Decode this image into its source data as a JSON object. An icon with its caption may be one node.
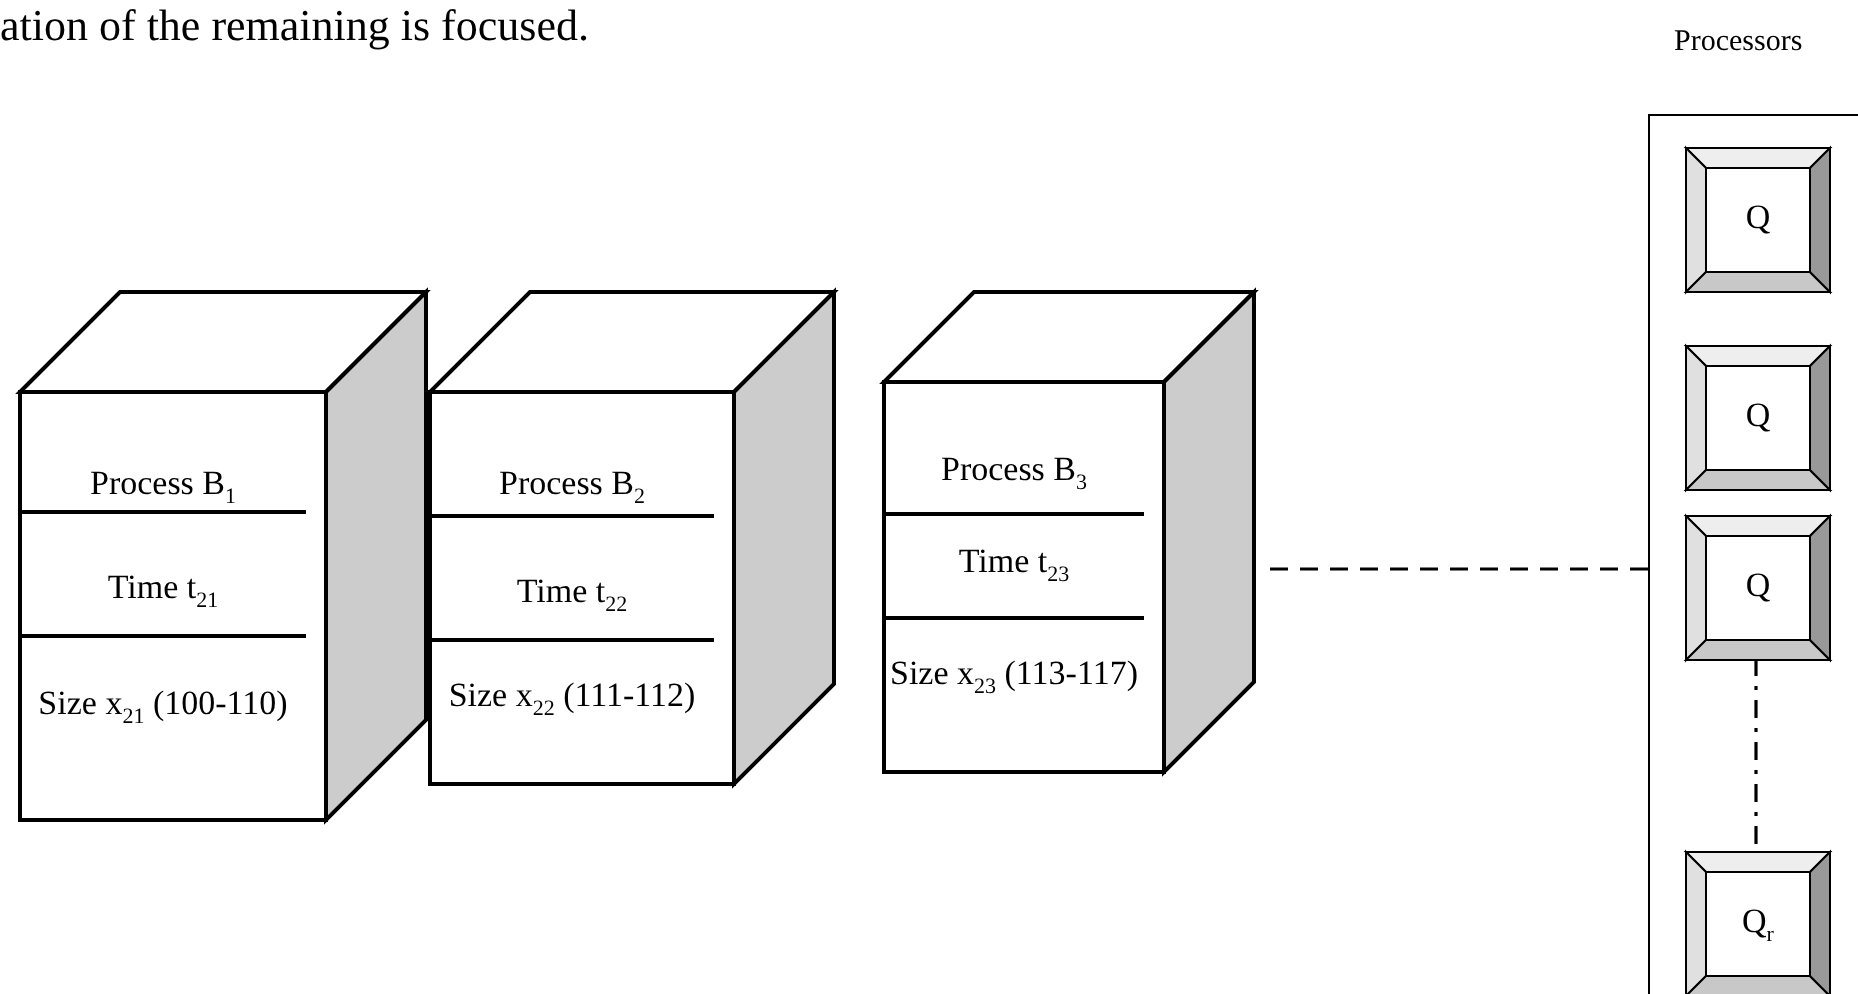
{
  "diagram": {
    "nodes": [
      {
        "text": [
          "Process B$_{1}$",
          "Time t$_{21}$",
          "Size x$_{21}$ (100-110)"
        ]
      },
      {
        "text": [
          "Process B$_{2}$",
          "Time t$_{22}$",
          "Size x$_{22}$ (111-112)"
        ]
      },
      {
        "text": [
          "Process B$_{3}$",
          "Time t$_{23}$",
          "Size x$_{23}$ (113-117)"
        ]
      },
      {
        "text": [
          "Processors"
        ]
      },
      {
        "text": [
          "Q"
        ],
        "in": 3
      },
      {
        "text": [
          "Q"
        ],
        "in": 3
      },
      {
        "text": [
          "Q"
        ],
        "in": 3
      },
      {
        "text": [
          "Q$_{r}$"
        ],
        "in": 3
      }
    ],
    "edges": [
      {
        "from": 2,
        "to": 3,
        "arrow": "none",
        "style": "dashed"
      },
      {
        "from": 6,
        "to": 7,
        "arrow": "none",
        "style": "dashed"
      }
    ],
    "labels": [
      "ation of the remaining is focused."
    ]
  }
}
